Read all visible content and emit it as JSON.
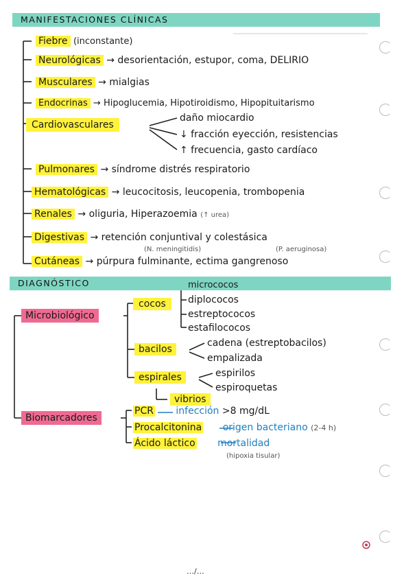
{
  "sections": {
    "manifestaciones": {
      "title": "MANIFESTACIONES CLÍNICAS",
      "rows": [
        {
          "term": "Fiebre",
          "detail": "(inconstante)"
        },
        {
          "term": "Neurológicas",
          "detail": "desorientación, estupor, coma, DELIRIO"
        },
        {
          "term": "Musculares",
          "detail": "mialgias"
        },
        {
          "term": "Endocrinas",
          "detail": "Hipoglucemia, Hipotiroidismo, Hipopituitarismo"
        },
        {
          "term": "Cardiovasculares",
          "detail": ""
        },
        {
          "term": "Pulmonares",
          "detail": "síndrome distrés respiratorio"
        },
        {
          "term": "Hematológicas",
          "detail": "leucocitosis, leucopenia, trombopenia"
        },
        {
          "term": "Renales",
          "detail": "oliguria, Hiperazoemia"
        },
        {
          "term": "Digestivas",
          "detail": "retención conjuntival y colestásica"
        },
        {
          "term": "Cutáneas",
          "detail": "púrpura fulminante, ectima gangrenoso"
        }
      ],
      "cardio": [
        "daño miocardio",
        "↓ fracción eyección, resistencias",
        "↑ frecuencia, gasto cardíaco"
      ],
      "renal_note": "(↑ urea)",
      "cutaneous_notes": {
        "left": "(N. meningitidis)",
        "right": "(P. aeruginosa)"
      }
    },
    "diagnostico": {
      "title": "DIAGNÓSTICO",
      "microbiologico": {
        "label": "Microbiológico",
        "cocos": {
          "label": "cocos",
          "items": [
            "micrococos",
            "diplococos",
            "estreptococos",
            "estafilococos"
          ]
        },
        "bacilos": {
          "label": "bacilos",
          "items": [
            "cadena (estreptobacilos)",
            "empalizada"
          ]
        },
        "espirales": {
          "label": "espirales",
          "items": [
            "espirilos",
            "espiroquetas"
          ]
        },
        "vibrios": "vibrios"
      },
      "biomarcadores": {
        "label": "Biomarcadores",
        "pcr": {
          "name": "PCR",
          "meaning": "infección",
          "value": ">8 mg/dL"
        },
        "procalcitonina": {
          "name": "Procalcitonina",
          "meaning": "origen bacteriano",
          "value": "(2-4 h)"
        },
        "lactico": {
          "name": "Ácido láctico",
          "meaning": "mortalidad",
          "note": "(hipoxia tisular)"
        }
      }
    }
  },
  "footer": "…/…",
  "colors": {
    "banner": "#7ed6c2",
    "highlight": "#fff23a",
    "pink": "#ef6a92",
    "blue": "#1e7fbf"
  }
}
